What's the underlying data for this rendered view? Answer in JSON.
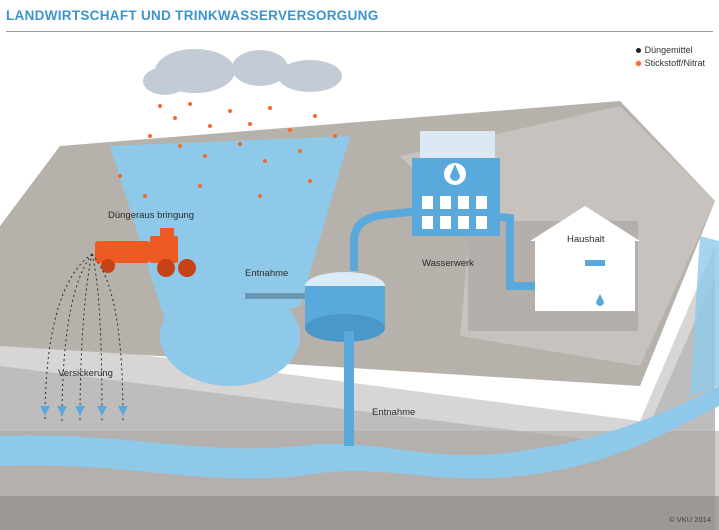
{
  "title": "LANDWIRTSCHAFT UND TRINKWASSERVERSORGUNG",
  "legend": [
    {
      "label": "Düngemittel",
      "color": "#222222"
    },
    {
      "label": "Stickstoff/Nitrat",
      "color": "#f26a2e"
    }
  ],
  "labels": {
    "duengerausbringung": "Düngeraus bringung",
    "entnahme_upper": "Entnahme",
    "wasserwerk": "Wasserwerk",
    "haushalt": "Haushalt",
    "versickerung": "Versickerung",
    "entnahme_lower": "Entnahme"
  },
  "copyright": "© VKU 2014",
  "colors": {
    "water": "#8ec9ea",
    "pipe": "#5aa9dc",
    "nitrate": "#f26a2e",
    "fertilizer": "#222222",
    "field": "#b9b3ad",
    "ground": "#c9c9c9"
  }
}
